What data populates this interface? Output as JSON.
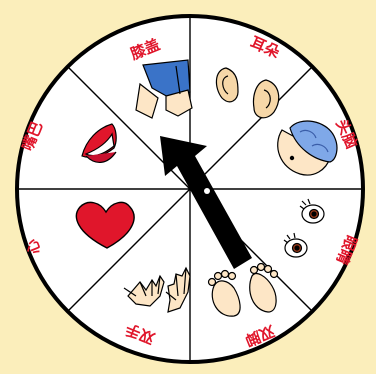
{
  "spinner": {
    "segments": [
      {
        "id": "knee",
        "label": "膝盖",
        "icon": "knee-icon"
      },
      {
        "id": "ear",
        "label": "耳朵",
        "icon": "ear-icon"
      },
      {
        "id": "brain",
        "label": "头脑",
        "icon": "brain-icon"
      },
      {
        "id": "eyes",
        "label": "眼睛",
        "icon": "eyes-icon"
      },
      {
        "id": "feet",
        "label": "双脚",
        "icon": "feet-icon"
      },
      {
        "id": "hands",
        "label": "双手",
        "icon": "hands-icon"
      },
      {
        "id": "heart",
        "label": "心",
        "icon": "heart-icon"
      },
      {
        "id": "mouth",
        "label": "嘴巴",
        "icon": "lips-icon"
      }
    ],
    "selected_segment": "knee"
  },
  "colors": {
    "background": "#fbeebb",
    "wheel_fill": "#ffffff",
    "wheel_stroke": "#000000",
    "label": "#e0162b",
    "arrow": "#000000"
  }
}
